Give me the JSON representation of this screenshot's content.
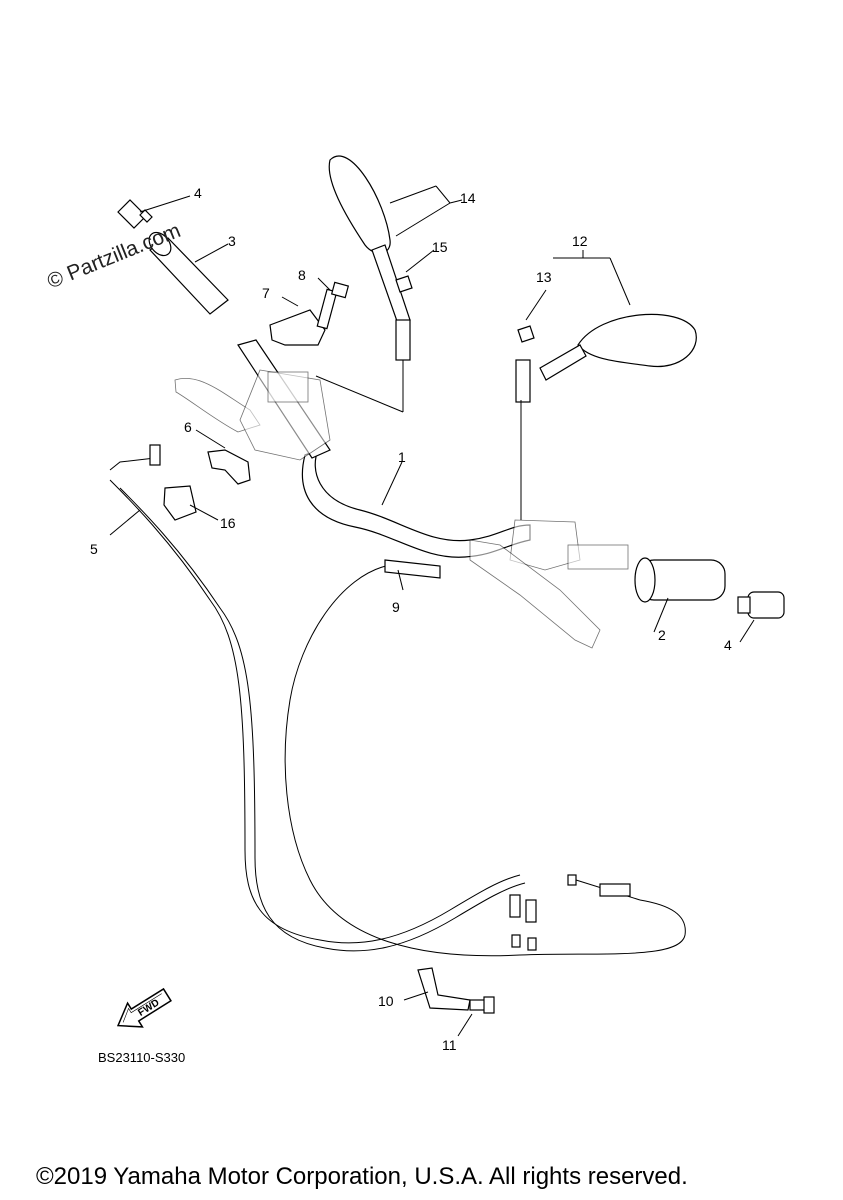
{
  "watermark": "© Partzilla.com",
  "diagram_code": "BS23110-S330",
  "fwd_label": "FWD",
  "copyright": "©2019 Yamaha Motor Corporation, U.S.A. All rights reserved.",
  "callouts": {
    "c1": "1",
    "c2": "2",
    "c3": "3",
    "c4a": "4",
    "c4b": "4",
    "c5": "5",
    "c6": "6",
    "c7": "7",
    "c8": "8",
    "c9": "9",
    "c10": "10",
    "c11": "11",
    "c12": "12",
    "c13": "13",
    "c14": "14",
    "c15": "15",
    "c16": "16"
  }
}
